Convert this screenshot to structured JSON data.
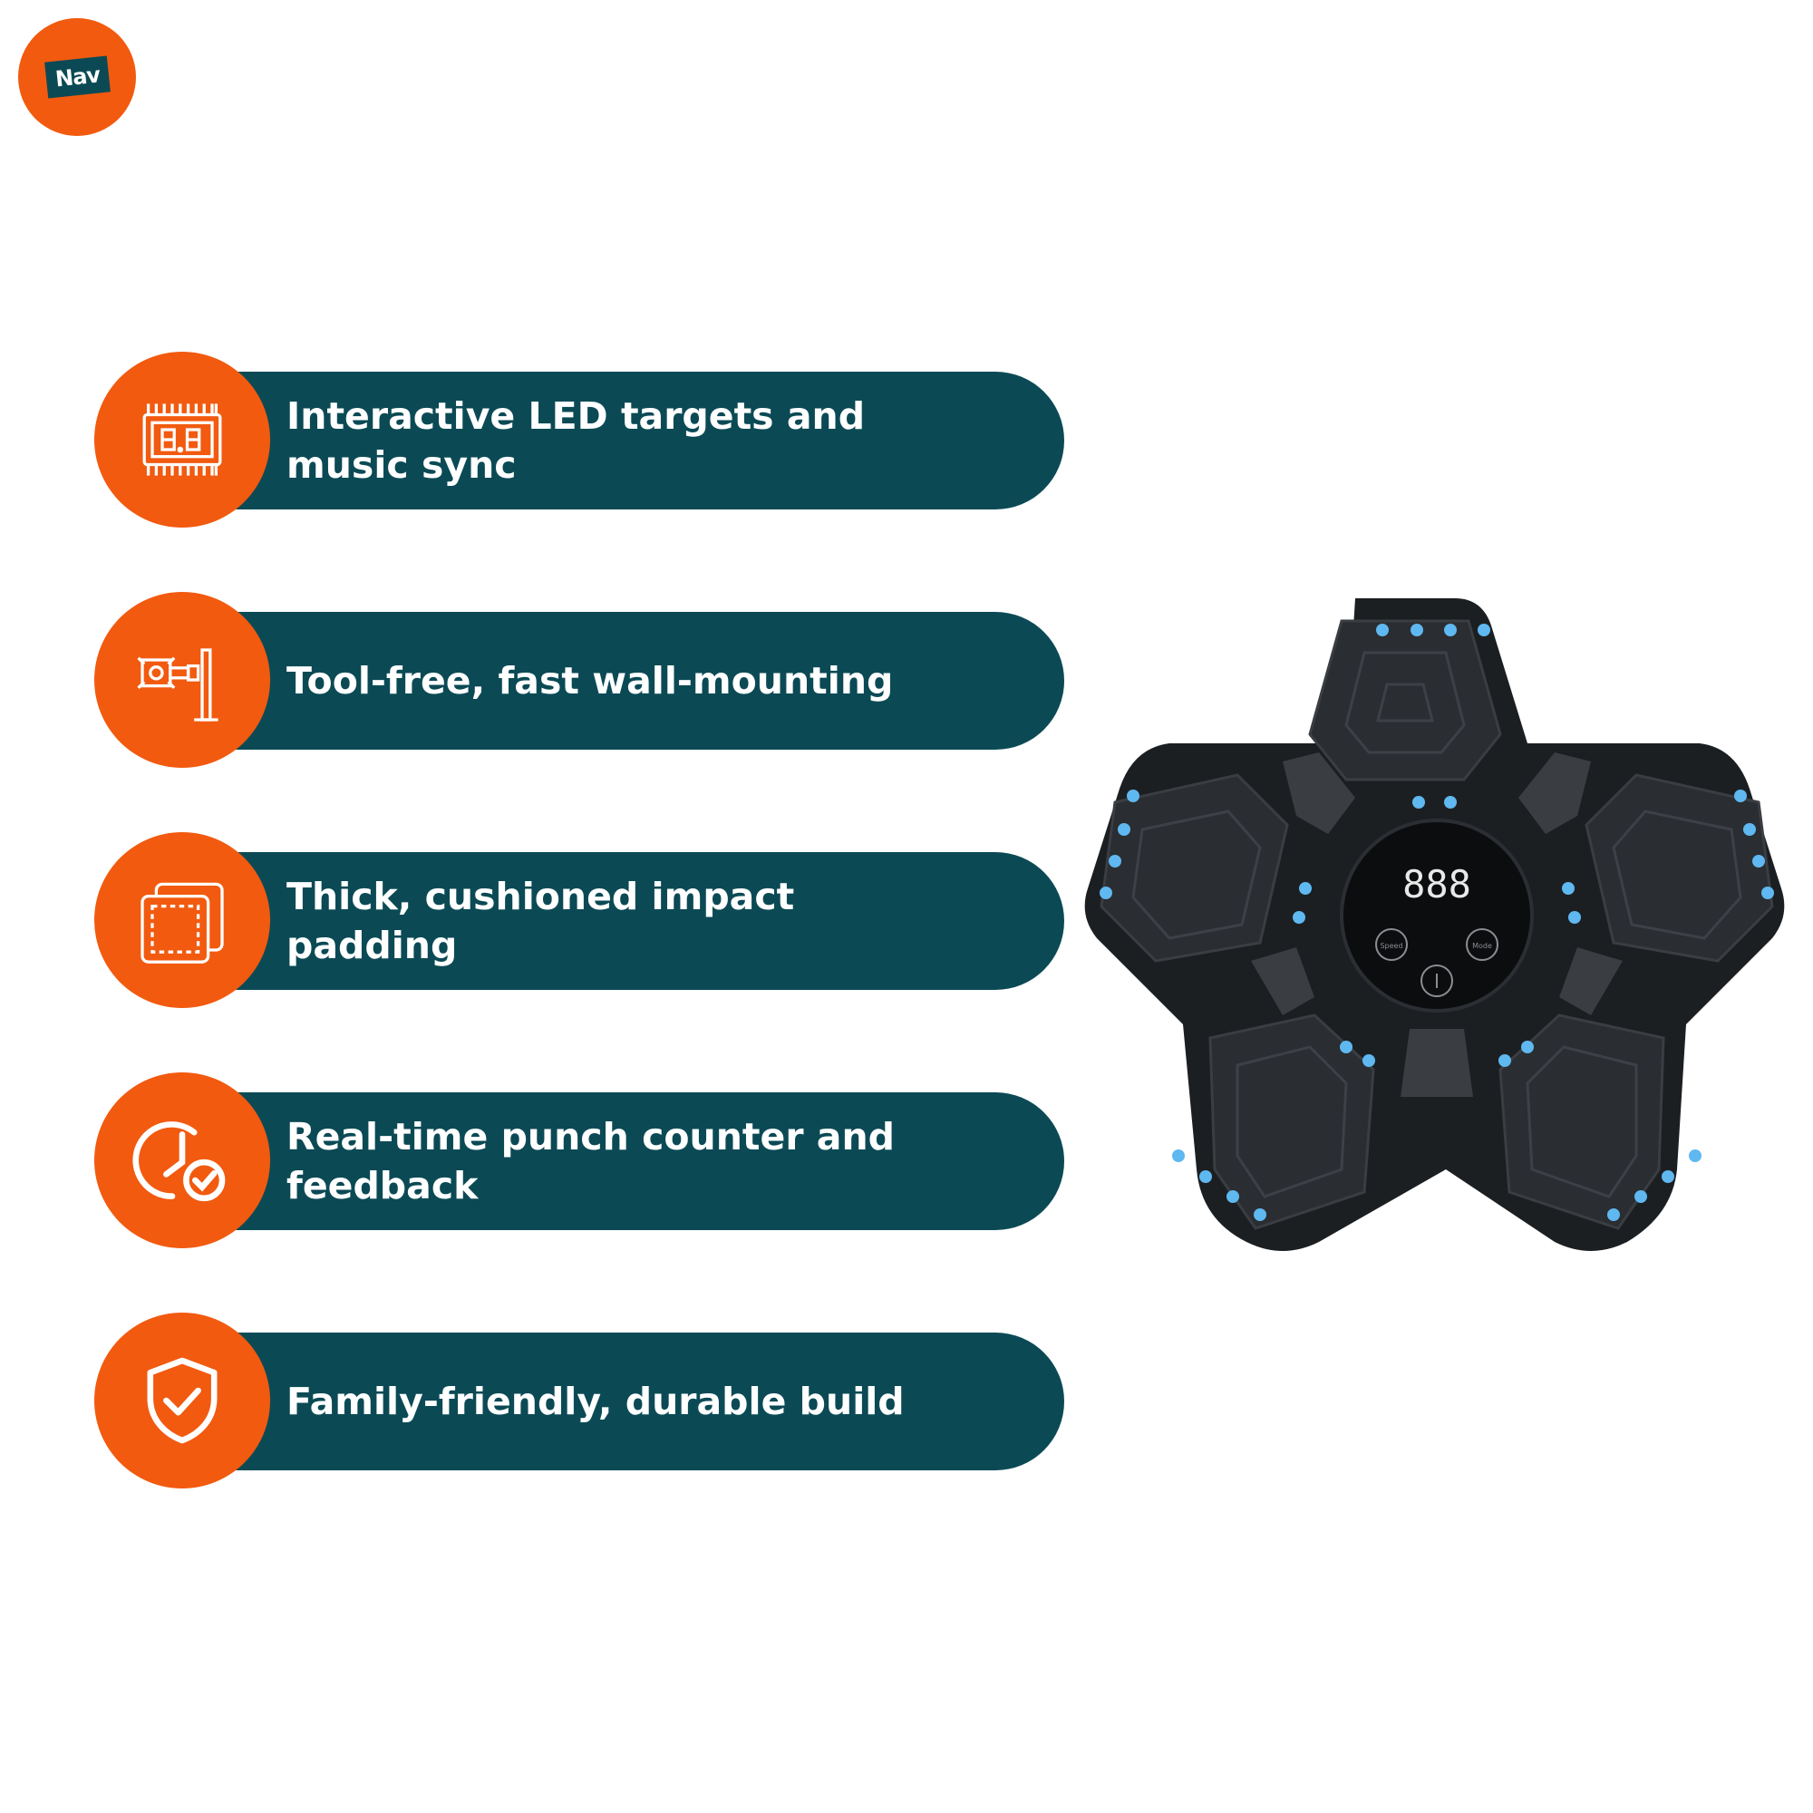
{
  "brand": {
    "logo_text": "Nav"
  },
  "features": [
    {
      "label": "Interactive LED targets and music sync",
      "icon": "led-display-icon"
    },
    {
      "label": "Tool-free, fast wall-mounting",
      "icon": "wall-mount-icon"
    },
    {
      "label": "Thick, cushioned impact padding",
      "icon": "padding-icon"
    },
    {
      "label": "Real-time punch counter and feedback",
      "icon": "timer-check-icon"
    },
    {
      "label": "Family-friendly, durable build",
      "icon": "shield-check-icon"
    }
  ],
  "device": {
    "display_value": "888",
    "buttons": [
      "Speed",
      "Mode"
    ]
  },
  "colors": {
    "accent": "#f25a0f",
    "pill": "#0b4a55",
    "led": "#5fb8f0",
    "device_body": "#1c1f22"
  }
}
